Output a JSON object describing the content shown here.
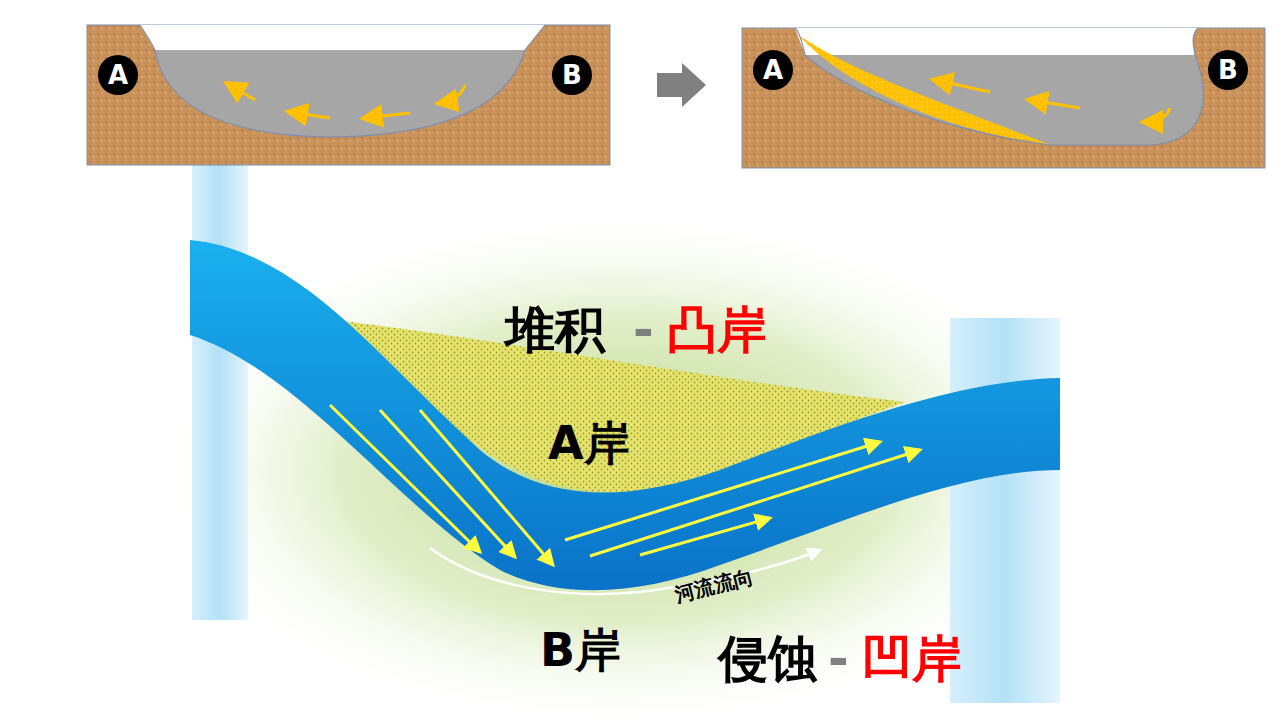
{
  "diagram": {
    "nodes": [
      {
        "text": [
          "A"
        ]
      },
      {
        "text": [
          "B"
        ]
      },
      {
        "text": [
          "A"
        ]
      },
      {
        "text": [
          "B"
        ]
      }
    ],
    "labels": [
      "堆积",
      "-",
      "凸岸",
      "A岸",
      "河流流向",
      "B岸",
      "侵蚀",
      "-",
      "凹岸"
    ]
  }
}
